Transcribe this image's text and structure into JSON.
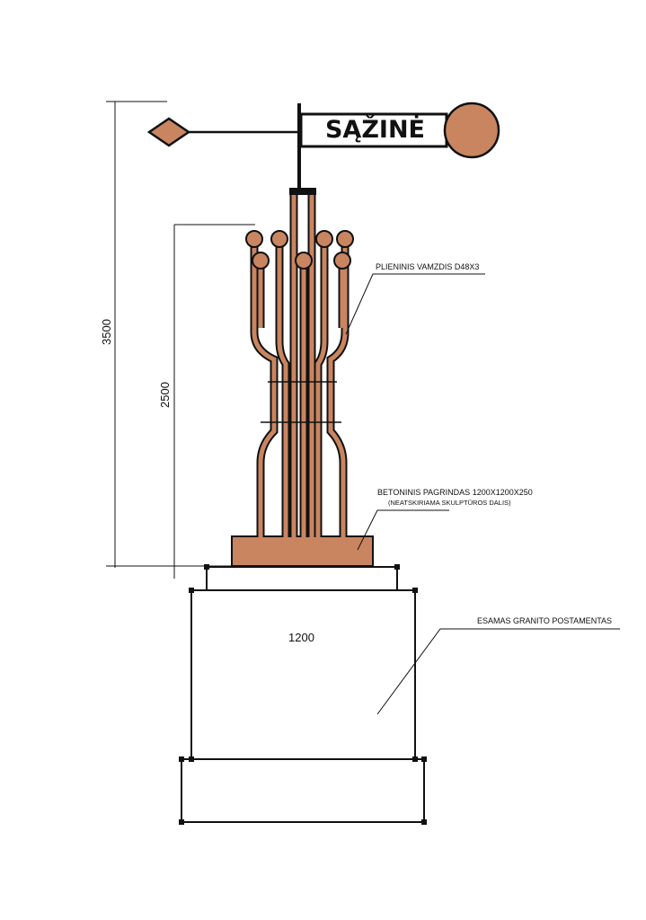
{
  "sign": {
    "text": "SĄŽINĖ"
  },
  "dimensions": {
    "total_height": "3500",
    "sculpture_height": "2500",
    "base_width": "1200"
  },
  "labels": {
    "pipe": "PLIENINIS VAMZDIS D48X3",
    "base_line1": "BETONINIS PAGRINDAS 1200X1200X250",
    "base_line2": "(NEATSKIRIAMA SKULPTŪROS DALIS)",
    "pedestal": "ESAMAS GRANITO POSTAMENTAS"
  },
  "colors": {
    "copper": "#c98560",
    "line": "#111111"
  }
}
